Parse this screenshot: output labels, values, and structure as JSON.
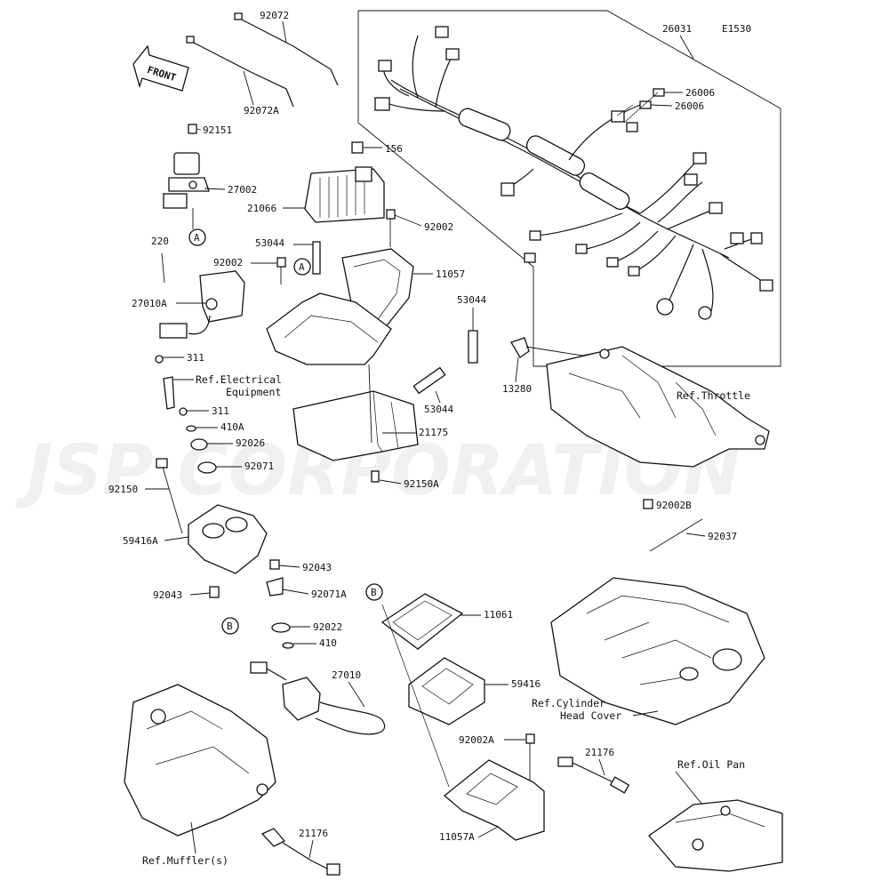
{
  "diagram_code": "E1530",
  "watermark": "JSP CORPORATION",
  "front_label": "FRONT",
  "part_numbers": {
    "p26031": "26031",
    "p26006a": "26006",
    "p26006b": "26006",
    "p92072": "92072",
    "p92072A": "92072A",
    "p92151": "92151",
    "p27002": "27002",
    "p156": "156",
    "p21066": "21066",
    "p92002a": "92002",
    "p92002b": "92002",
    "p53044a": "53044",
    "p53044b": "53044",
    "p53044c": "53044",
    "p11057": "11057",
    "p220": "220",
    "p27010A": "27010A",
    "p311a": "311",
    "p311b": "311",
    "p410A": "410A",
    "p92026": "92026",
    "p92071": "92071",
    "p21175": "21175",
    "p92150A": "92150A",
    "p13280": "13280",
    "p92150": "92150",
    "p59416A": "59416A",
    "p92043a": "92043",
    "p92043b": "92043",
    "p92071A": "92071A",
    "p92022": "92022",
    "p410": "410",
    "p27010": "27010",
    "p11061": "11061",
    "p59416": "59416",
    "p92002A": "92002A",
    "p11057A": "11057A",
    "p21176a": "21176",
    "p21176b": "21176",
    "p92002B": "92002B",
    "p92037": "92037"
  },
  "references": {
    "electrical_1": "Ref.Electrical",
    "electrical_2": "Equipment",
    "throttle": "Ref.Throttle",
    "cylinder_1": "Ref.Cylinder",
    "cylinder_2": "Head Cover",
    "oil_pan": "Ref.Oil Pan",
    "muffler": "Ref.Muffler(s)"
  },
  "callouts": {
    "a1": "A",
    "a2": "A",
    "b1": "B",
    "b2": "B"
  }
}
